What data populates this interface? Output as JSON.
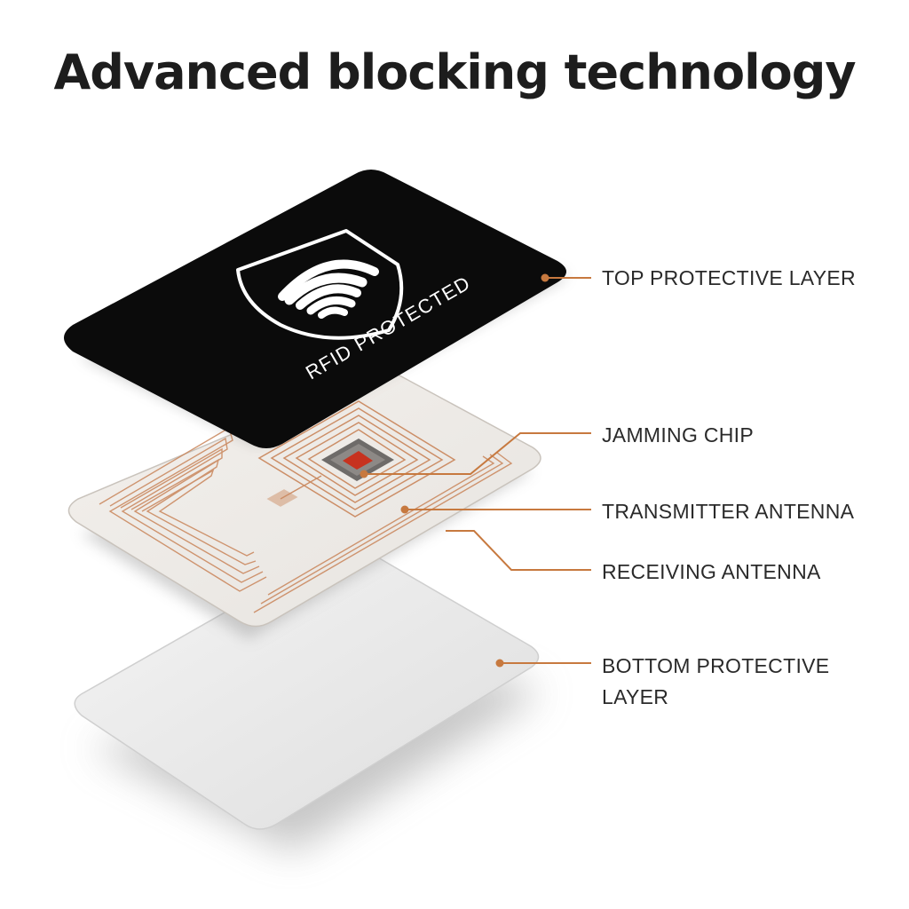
{
  "title": "Advanced blocking technology",
  "card": {
    "badge_text": "RFID PROTECTED",
    "badge_icon": "shield-wifi-icon"
  },
  "colors": {
    "top_layer": "#0b0b0b",
    "antenna": "#c9855a",
    "chip": "#c7321f",
    "callout": "#c7793f",
    "bottom_layer": "#e9e9e9"
  },
  "layers": [
    {
      "id": "top",
      "label_lines": [
        "TOP PROTECTIVE LAYER"
      ]
    },
    {
      "id": "chip",
      "label_lines": [
        "JAMMING CHIP"
      ]
    },
    {
      "id": "transmitter",
      "label_lines": [
        "TRANSMITTER ANTENNA"
      ]
    },
    {
      "id": "receiving",
      "label_lines": [
        "RECEIVING ANTENNA"
      ]
    },
    {
      "id": "bottom",
      "label_lines": [
        "BOTTOM PROTECTIVE",
        "LAYER"
      ]
    }
  ]
}
